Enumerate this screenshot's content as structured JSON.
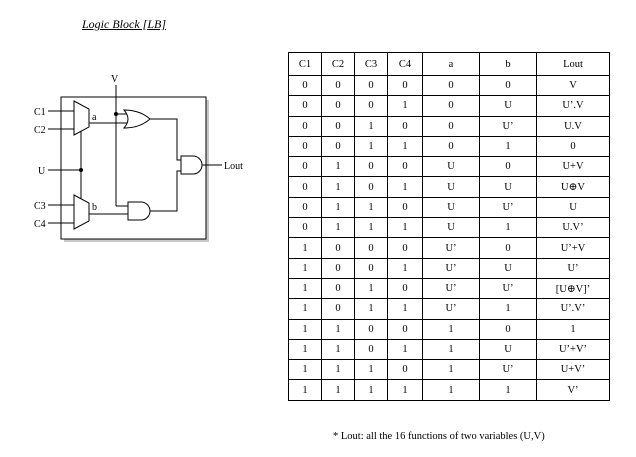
{
  "title": "Logic Block [LB]",
  "diagram": {
    "labels": {
      "v": "V",
      "c1": "C1",
      "c2": "C2",
      "u": "U",
      "c3": "C3",
      "c4": "C4",
      "a": "a",
      "b": "b",
      "lout": "Lout"
    }
  },
  "truth_table": {
    "headers": [
      "C1",
      "C2",
      "C3",
      "C4",
      "a",
      "b",
      "Lout"
    ],
    "rows": [
      [
        "0",
        "0",
        "0",
        "0",
        "0",
        "0",
        "V"
      ],
      [
        "0",
        "0",
        "0",
        "1",
        "0",
        "U",
        "U’.V"
      ],
      [
        "0",
        "0",
        "1",
        "0",
        "0",
        "U’",
        "U.V"
      ],
      [
        "0",
        "0",
        "1",
        "1",
        "0",
        "1",
        "0"
      ],
      [
        "0",
        "1",
        "0",
        "0",
        "U",
        "0",
        "U+V"
      ],
      [
        "0",
        "1",
        "0",
        "1",
        "U",
        "U",
        "U⊕V"
      ],
      [
        "0",
        "1",
        "1",
        "0",
        "U",
        "U’",
        "U"
      ],
      [
        "0",
        "1",
        "1",
        "1",
        "U",
        "1",
        "U.V’"
      ],
      [
        "1",
        "0",
        "0",
        "0",
        "U’",
        "0",
        "U’+V"
      ],
      [
        "1",
        "0",
        "0",
        "1",
        "U’",
        "U",
        "U’"
      ],
      [
        "1",
        "0",
        "1",
        "0",
        "U’",
        "U’",
        "[U⊕V]’"
      ],
      [
        "1",
        "0",
        "1",
        "1",
        "U’",
        "1",
        "U’.V’"
      ],
      [
        "1",
        "1",
        "0",
        "0",
        "1",
        "0",
        "1"
      ],
      [
        "1",
        "1",
        "0",
        "1",
        "1",
        "U",
        "U’+V’"
      ],
      [
        "1",
        "1",
        "1",
        "0",
        "1",
        "U’",
        "U+V’"
      ],
      [
        "1",
        "1",
        "1",
        "1",
        "1",
        "1",
        "V’"
      ]
    ]
  },
  "footnote": "* Lout: all the 16 functions of two variables (U,V)"
}
